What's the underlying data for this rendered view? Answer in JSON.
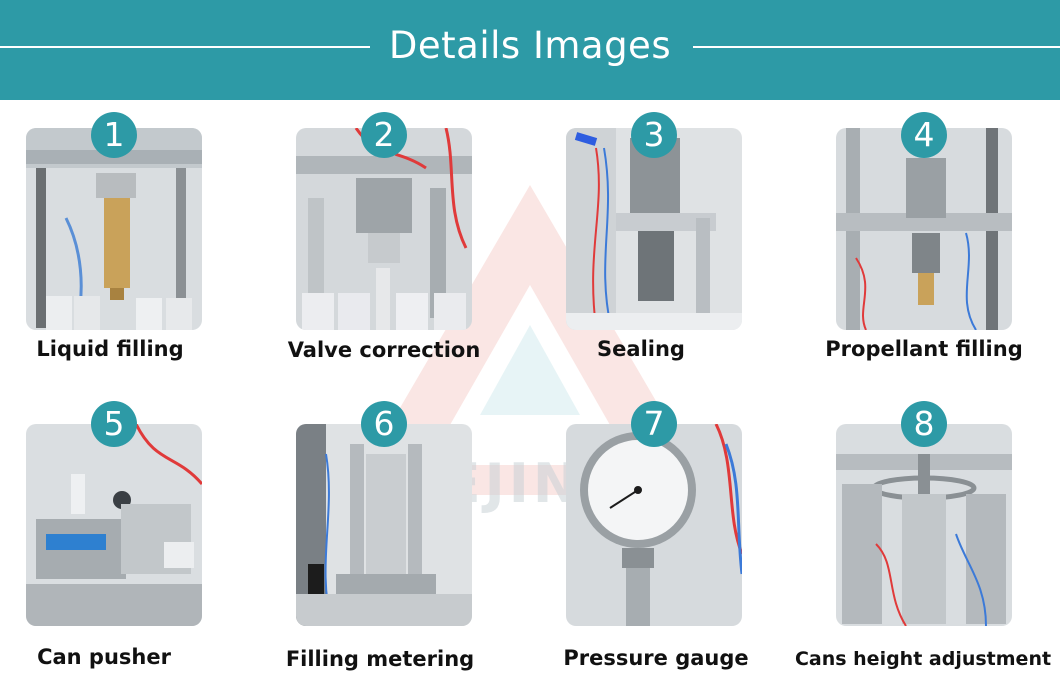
{
  "header": {
    "title": "Details Images"
  },
  "watermark": {
    "text": "VEJIN"
  },
  "items": [
    {
      "number": "1",
      "label": "Liquid filling"
    },
    {
      "number": "2",
      "label": "Valve correction"
    },
    {
      "number": "3",
      "label": "Sealing"
    },
    {
      "number": "4",
      "label": "Propellant filling"
    },
    {
      "number": "5",
      "label": "Can pusher"
    },
    {
      "number": "6",
      "label": "Filling metering"
    },
    {
      "number": "7",
      "label": "Pressure gauge"
    },
    {
      "number": "8",
      "label": "Cans height adjustment"
    }
  ],
  "colors": {
    "accent": "#2d9aa6",
    "text": "#111111"
  }
}
